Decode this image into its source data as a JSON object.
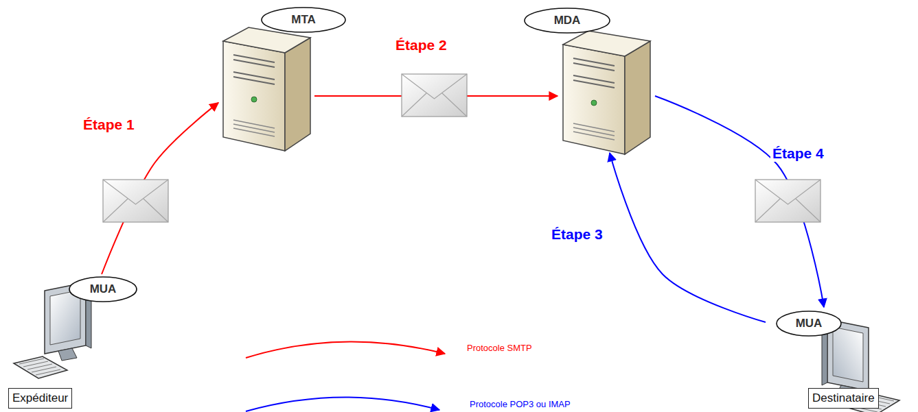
{
  "diagram": {
    "nodes": [
      {
        "text": [
          "MTA"
        ]
      },
      {
        "text": [
          "MDA"
        ]
      },
      {
        "text": [
          "MUA"
        ]
      },
      {
        "text": [
          "Expéditeur"
        ],
        "in": 2
      },
      {
        "text": [
          "MUA"
        ]
      },
      {
        "text": [
          "Destinataire"
        ],
        "in": 4
      }
    ],
    "edges": [
      {
        "from": 2,
        "to": 0,
        "label": "Étape 1",
        "arrow": "to"
      },
      {
        "from": 0,
        "to": 1,
        "label": "Étape 2",
        "arrow": "to"
      },
      {
        "from": 4,
        "to": 1,
        "label": "Étape 3",
        "arrow": "to"
      },
      {
        "from": 1,
        "to": 4,
        "label": "Étape 4",
        "arrow": "to"
      }
    ],
    "legend": [
      {
        "text": "Protocole SMTP"
      },
      {
        "text": "Protocole POP3 ou IMAP"
      }
    ]
  }
}
